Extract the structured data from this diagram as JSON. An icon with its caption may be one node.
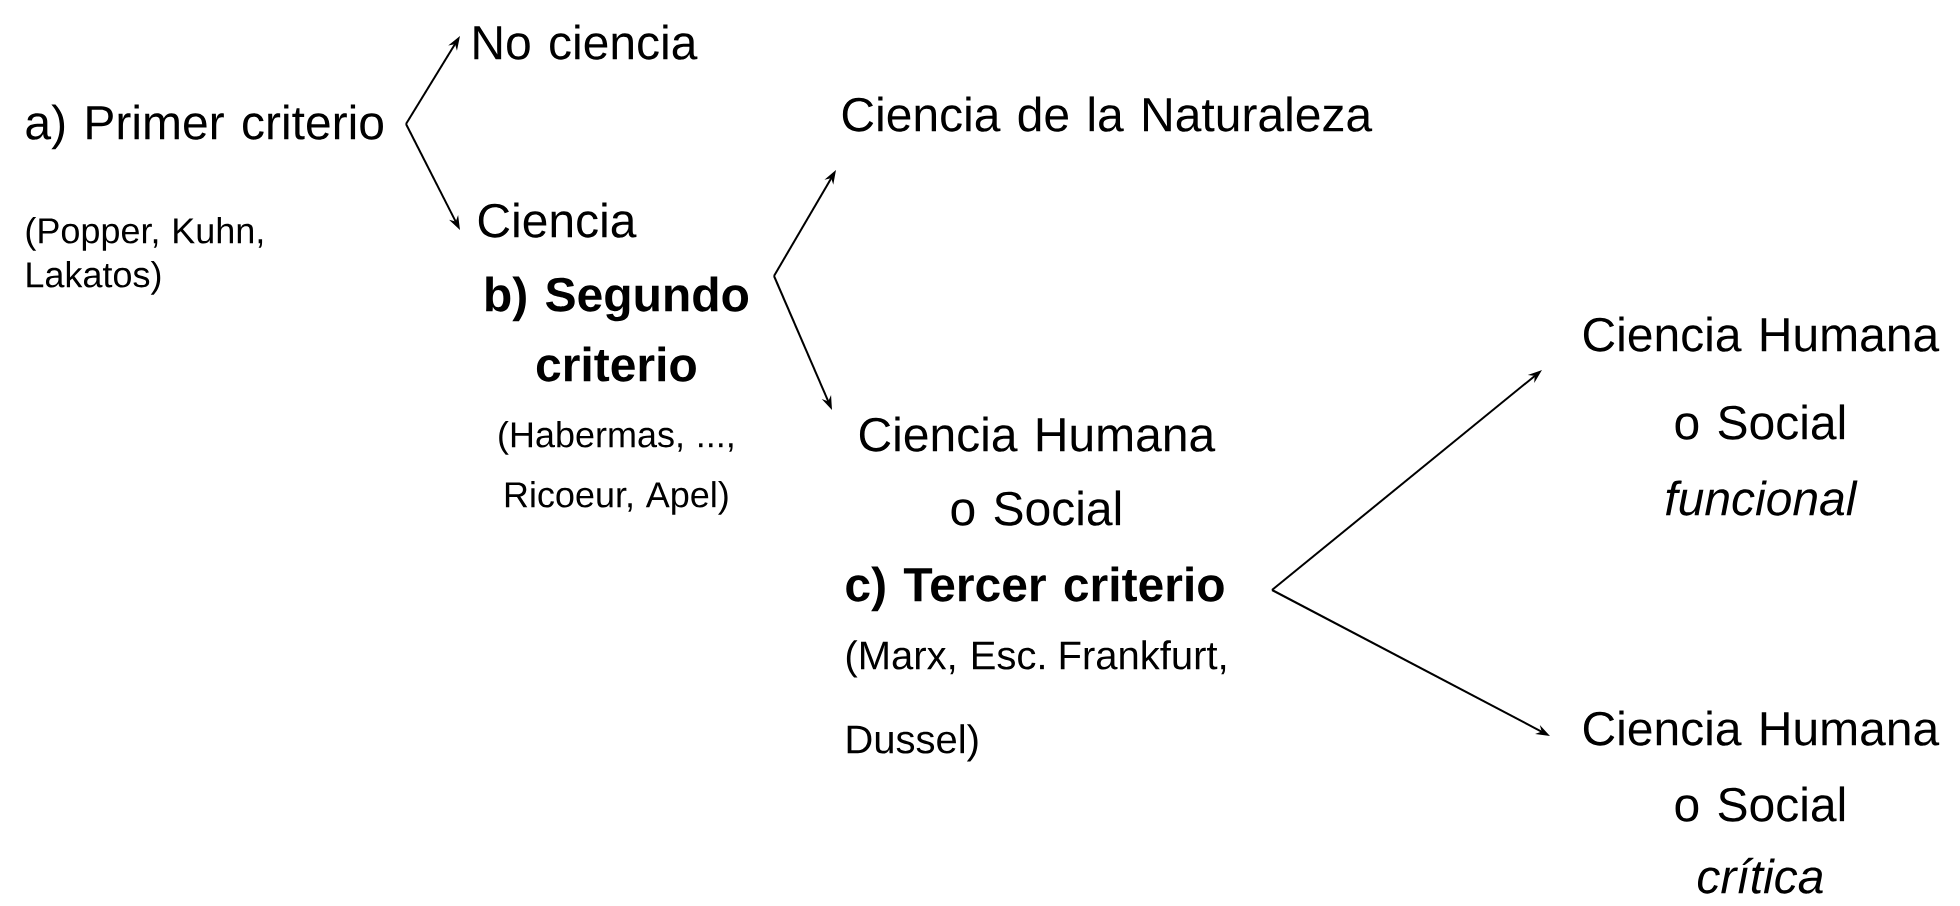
{
  "diagram": {
    "nodes": [
      {
        "text": [
          "a) Primer criterio",
          "(Popper, Kuhn, Lakatos)"
        ]
      },
      {
        "text": [
          "No ciencia"
        ]
      },
      {
        "text": [
          "Ciencia"
        ]
      },
      {
        "text": [
          "b) Segundo criterio",
          "(Habermas, ..., Ricoeur, Apel)"
        ]
      },
      {
        "text": [
          "Ciencia de la Naturaleza"
        ]
      },
      {
        "text": [
          "Ciencia Humana o Social"
        ]
      },
      {
        "text": [
          "c) Tercer criterio",
          "(Marx, Esc. Frankfurt, Dussel)"
        ]
      },
      {
        "text": [
          "Ciencia Humana o Social",
          "funcional"
        ]
      },
      {
        "text": [
          "Ciencia Humana o Social",
          "crítica"
        ]
      }
    ],
    "edges": [
      {
        "from": 0,
        "to": 1,
        "arrow": "to"
      },
      {
        "from": 0,
        "to": 2,
        "arrow": "to"
      },
      {
        "from": 3,
        "to": 4,
        "arrow": "to"
      },
      {
        "from": 3,
        "to": 5,
        "arrow": "to"
      },
      {
        "from": 6,
        "to": 7,
        "arrow": "to"
      },
      {
        "from": 6,
        "to": 8,
        "arrow": "to"
      }
    ]
  }
}
